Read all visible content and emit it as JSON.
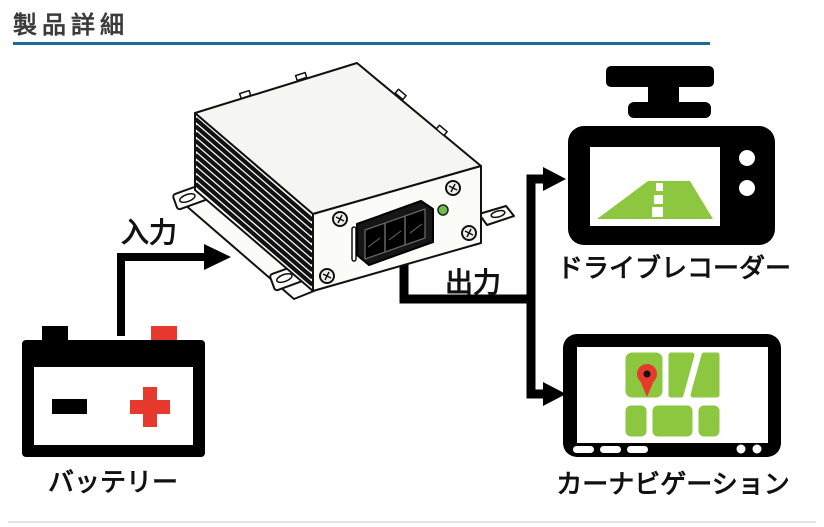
{
  "header": {
    "title": "製品詳細",
    "accent_color": "#1b6d99"
  },
  "diagram": {
    "input_label": "入力",
    "output_label": "出力",
    "source": {
      "label": "バッテリー",
      "icon": "car-battery-icon"
    },
    "converter": {
      "icon": "dcdc-converter-illustration",
      "led_color": "#6cc04a"
    },
    "outputs": [
      {
        "label": "ドライブレコーダー",
        "icon": "drive-recorder-icon"
      },
      {
        "label": "カーナビゲーション",
        "icon": "car-navigation-icon"
      }
    ],
    "colors": {
      "arrow": "#000000",
      "screen_green": "#8dc63f",
      "battery_red": "#e8392e",
      "outline": "#111111"
    }
  }
}
